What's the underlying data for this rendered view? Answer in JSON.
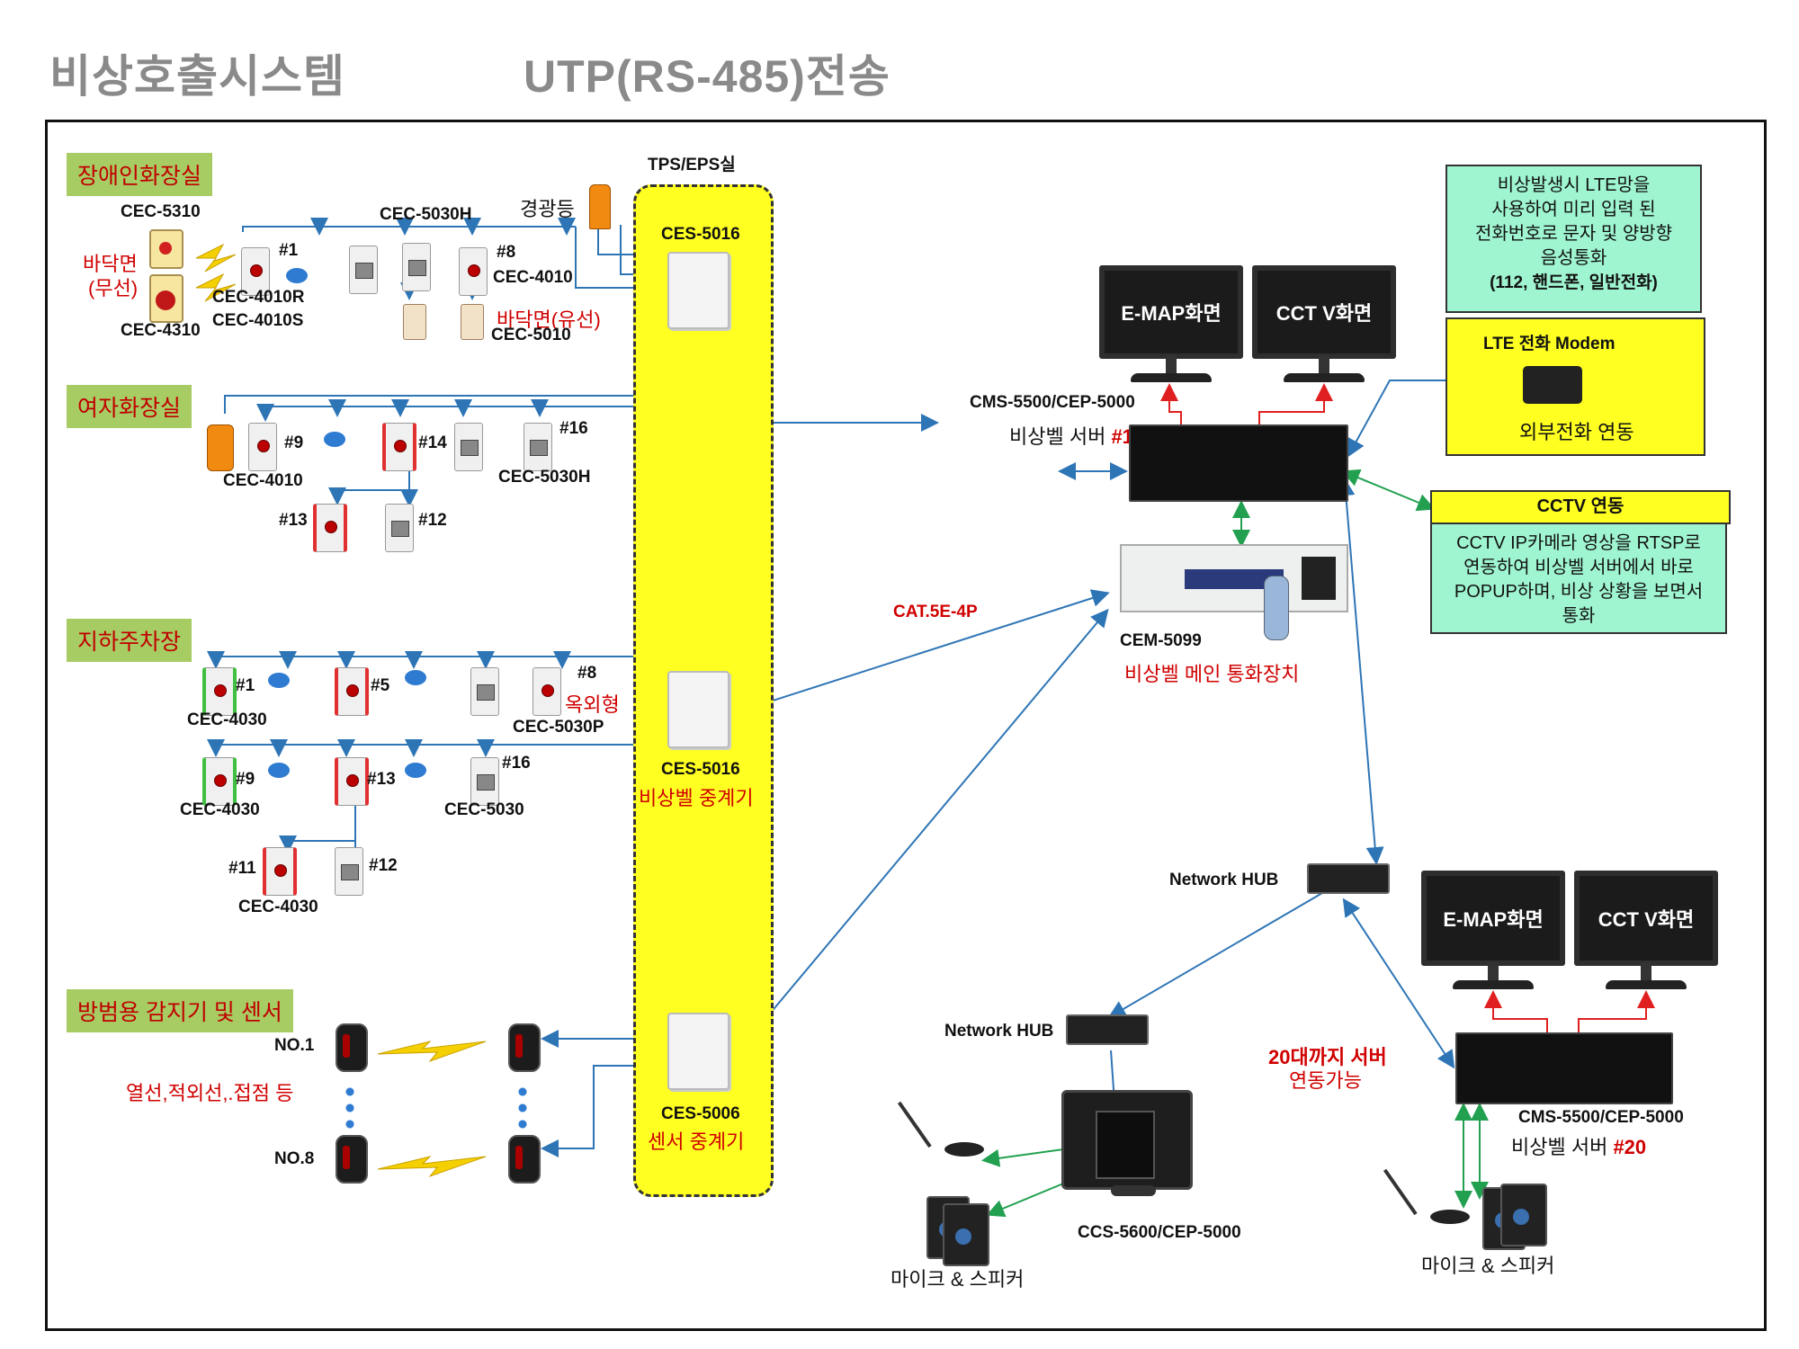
{
  "header": {
    "system_title": "비상호출시스템",
    "transmission_title": "UTP(RS-485)전송"
  },
  "sections": {
    "disabled_restroom": "장애인화장실",
    "womens_restroom": "여자화장실",
    "underground_parking": "지하주차장",
    "security_sensors": "방범용 감지기 및 센서"
  },
  "tps": {
    "room_label": "TPS/EPS실",
    "relay1_model": "CES-5016",
    "relay2_model": "CES-5016",
    "relay2_desc": "비상벨 중계기",
    "relay3_model": "CES-5006",
    "relay3_desc": "센서 중계기"
  },
  "disabled": {
    "cec5310": "CEC-5310",
    "cec4310": "CEC-4310",
    "floor_wireless_1": "바닥면",
    "floor_wireless_2": "(무선)",
    "cec5030h": "CEC-5030H",
    "n1": "#1",
    "n8": "#8",
    "cec4010r": "CEC-4010R",
    "cec4010s": "CEC-4010S",
    "cec4010": "CEC-4010",
    "floor_wired": "바닥면(유선)",
    "cec5010": "CEC-5010",
    "warning_light": "경광등"
  },
  "women": {
    "n9": "#9",
    "n14": "#14",
    "n16": "#16",
    "n13": "#13",
    "n12": "#12",
    "cec4010": "CEC-4010",
    "cec5030h": "CEC-5030H"
  },
  "parking": {
    "n1": "#1",
    "n5": "#5",
    "n8": "#8",
    "outdoor": "옥외형",
    "cec4030_a": "CEC-4030",
    "cec5030p": "CEC-5030P",
    "n9": "#9",
    "n13": "#13",
    "n16": "#16",
    "cec4030_b": "CEC-4030",
    "cec5030": "CEC-5030",
    "n11": "#11",
    "n12": "#12",
    "cec4030_c": "CEC-4030"
  },
  "sensors": {
    "no1": "NO.1",
    "no8": "NO.8",
    "types": "열선,적외선,.접점 등"
  },
  "cable": "CAT.5E-4P",
  "lte": {
    "info": [
      "비상발생시 LTE망을",
      "사용하여 미리 입력 된",
      "전화번호로 문자 및 양방향",
      "음성통화",
      "(112, 핸드폰, 일반전화)"
    ],
    "modem_title": "LTE 전화 Modem",
    "modem_sub": "외부전화 연동"
  },
  "cctv": {
    "title": "CCTV  연동",
    "info": [
      "CCTV IP카메라 영상을 RTSP로",
      "연동하여 비상벨 서버에서 바로",
      "POPUP하며, 비상 상황을 보면서",
      "통화"
    ]
  },
  "server1": {
    "model": "CMS-5500/CEP-5000",
    "name": "비상벨 서버 ",
    "num": "#1",
    "monitor1": "E-MAP화면",
    "monitor2": "CCT V화면"
  },
  "main_unit": {
    "model": "CEM-5099",
    "desc": "비상벨 메인 통화장치"
  },
  "network": {
    "hub1": "Network HUB",
    "hub2": "Network HUB",
    "client_model": "CCS-5600/CEP-5000",
    "mic_speaker_1": "마이크 & 스피커",
    "mic_speaker_2": "마이크 & 스피커",
    "link_note_1": "20대까지 서버",
    "link_note_2": "연동가능"
  },
  "server20": {
    "model": "CMS-5500/CEP-5000",
    "name": "비상벨 서버 ",
    "num": "#20",
    "monitor1": "E-MAP화면",
    "monitor2": "CCT V화면"
  },
  "colors": {
    "section_bg": "#a7cc63",
    "accent_red": "#d00000",
    "tps_yellow": "#ffff22",
    "lte_box": "#9ff5d0",
    "link_blue": "#2e75b6",
    "link_green": "#22a050"
  }
}
